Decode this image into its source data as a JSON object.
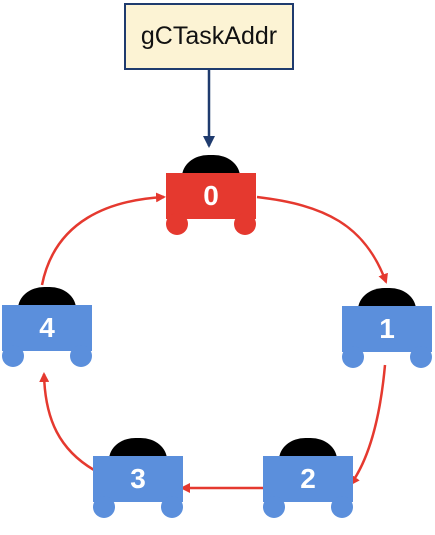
{
  "pointer": {
    "label": "gCTaskAddr"
  },
  "tasks": [
    {
      "id": "0",
      "color": "#e5392f",
      "highlighted": true
    },
    {
      "id": "1",
      "color": "#5b8fdc",
      "highlighted": false
    },
    {
      "id": "2",
      "color": "#5b8fdc",
      "highlighted": false
    },
    {
      "id": "3",
      "color": "#5b8fdc",
      "highlighted": false
    },
    {
      "id": "4",
      "color": "#5b8fdc",
      "highlighted": false
    }
  ],
  "links": [
    {
      "from": "gCTaskAddr",
      "to": "0",
      "color": "#1f3b6e"
    },
    {
      "from": "0",
      "to": "1",
      "color": "#e5392f"
    },
    {
      "from": "1",
      "to": "2",
      "color": "#e5392f"
    },
    {
      "from": "2",
      "to": "3",
      "color": "#e5392f"
    },
    {
      "from": "3",
      "to": "4",
      "color": "#e5392f"
    },
    {
      "from": "4",
      "to": "0",
      "color": "#e5392f"
    }
  ]
}
